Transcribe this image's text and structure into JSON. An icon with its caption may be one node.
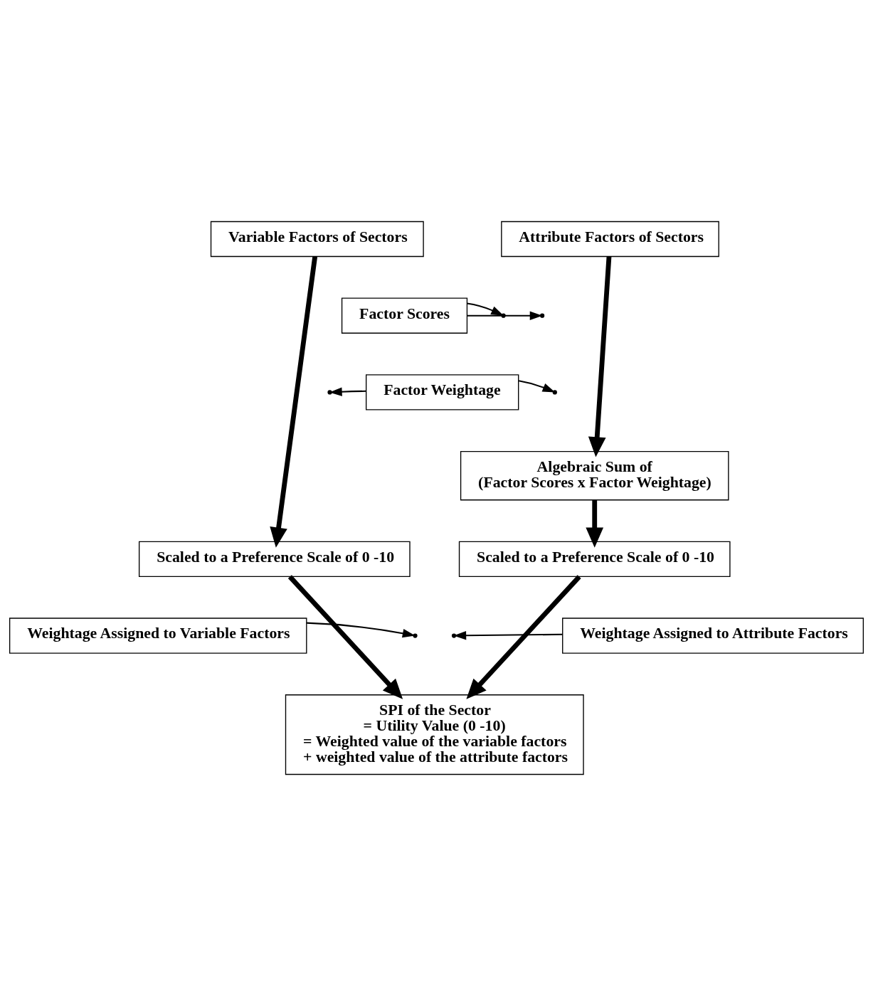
{
  "diagram": {
    "nodes": [
      {
        "text": [
          "Variable Factors of Sectors"
        ]
      },
      {
        "text": [
          "Attribute Factors of Sectors"
        ]
      },
      {
        "text": [
          "Factor Scores"
        ]
      },
      {
        "text": [
          "Factor Weightage"
        ]
      },
      {
        "text": [
          "Algebraic Sum of",
          "(Factor Scores x Factor Weightage)"
        ]
      },
      {
        "text": [
          "Scaled to a Preference Scale of 0 -10"
        ]
      },
      {
        "text": [
          "Scaled to a Preference Scale of 0 -10"
        ]
      },
      {
        "text": [
          "Weightage Assigned to Variable Factors"
        ]
      },
      {
        "text": [
          "Weightage Assigned to Attribute Factors"
        ]
      },
      {
        "text": [
          "SPI of the Sector",
          "= Utility Value (0 -10)",
          "= Weighted value of the variable factors",
          "+ weighted value of the attribute factors"
        ]
      }
    ],
    "edges": [
      {
        "from": 0,
        "to": 5,
        "arrow": "to",
        "style": "thick"
      },
      {
        "from": 1,
        "to": 4,
        "arrow": "to",
        "style": "thick"
      },
      {
        "from": 4,
        "to": 6,
        "arrow": "to",
        "style": "thick"
      },
      {
        "from": 5,
        "to": 9,
        "arrow": "to",
        "style": "thick"
      },
      {
        "from": 6,
        "to": 9,
        "arrow": "to",
        "style": "thick"
      },
      {
        "from": 2,
        "to": null,
        "arrow": "to"
      },
      {
        "from": 2,
        "to": null,
        "arrow": "to"
      },
      {
        "from": 3,
        "to": null,
        "arrow": "to"
      },
      {
        "from": 3,
        "to": null,
        "arrow": "to"
      },
      {
        "from": 7,
        "to": null,
        "arrow": "to"
      },
      {
        "from": 8,
        "to": null,
        "arrow": "to"
      }
    ]
  }
}
